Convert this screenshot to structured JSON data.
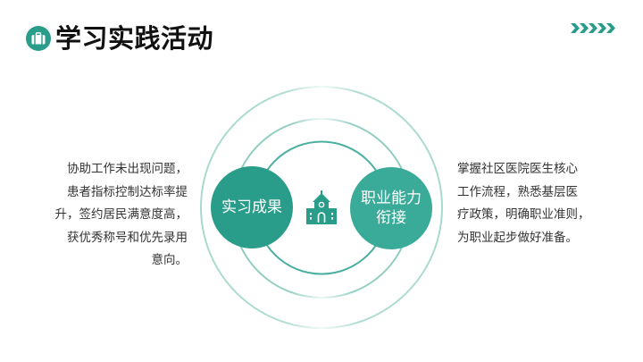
{
  "header": {
    "title": "学习实践活动",
    "title_icon": "briefcase-icon",
    "decoration_icon": "chevrons-right-icon"
  },
  "diagram": {
    "left_bubble": {
      "label": "实习成果"
    },
    "right_bubble": {
      "label_line1": "职业能力",
      "label_line2": "衔接"
    },
    "center_icon": "school-building-icon"
  },
  "left_text": {
    "lines": [
      "协助工作未出现问题，",
      "患者指标控制达标率提",
      "升，签约居民满意度高，",
      "获优秀称号和优先录用",
      "意向。"
    ]
  },
  "right_text": {
    "lines": [
      "掌握社区医院医生核心",
      "工作流程，熟悉基层医",
      "疗政策，明确职业准则，",
      "为职业起步做好准备。"
    ]
  },
  "colors": {
    "primary": "#2a9d8a",
    "secondary": "#3bab99",
    "ring": "#4aaea0",
    "ring_light": "#a8d9cf",
    "text": "#333333",
    "title": "#111111"
  }
}
